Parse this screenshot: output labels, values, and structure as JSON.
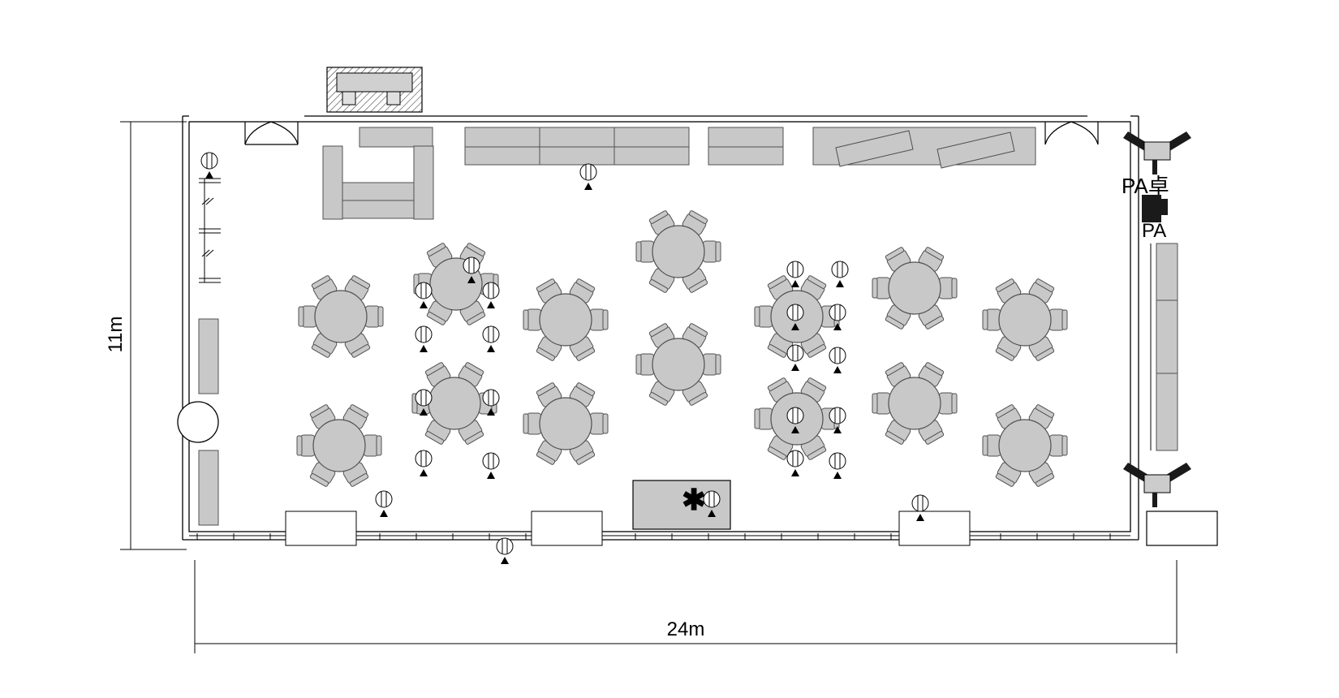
{
  "dimensions": {
    "width_label": "24m",
    "height_label": "11m"
  },
  "equipment": {
    "pa_desk_label": "PA卓",
    "pa_label": "PA",
    "stage_mark": "✱"
  },
  "colors": {
    "furniture_fill": "#c8c8c8",
    "furniture_stroke": "#505050",
    "wall": "#000000",
    "equipment": "#1a1a1a"
  },
  "icons": {
    "light": "spotlight-icon",
    "speaker": "speaker-icon",
    "door": "door-swing-icon",
    "column": "column-icon"
  }
}
